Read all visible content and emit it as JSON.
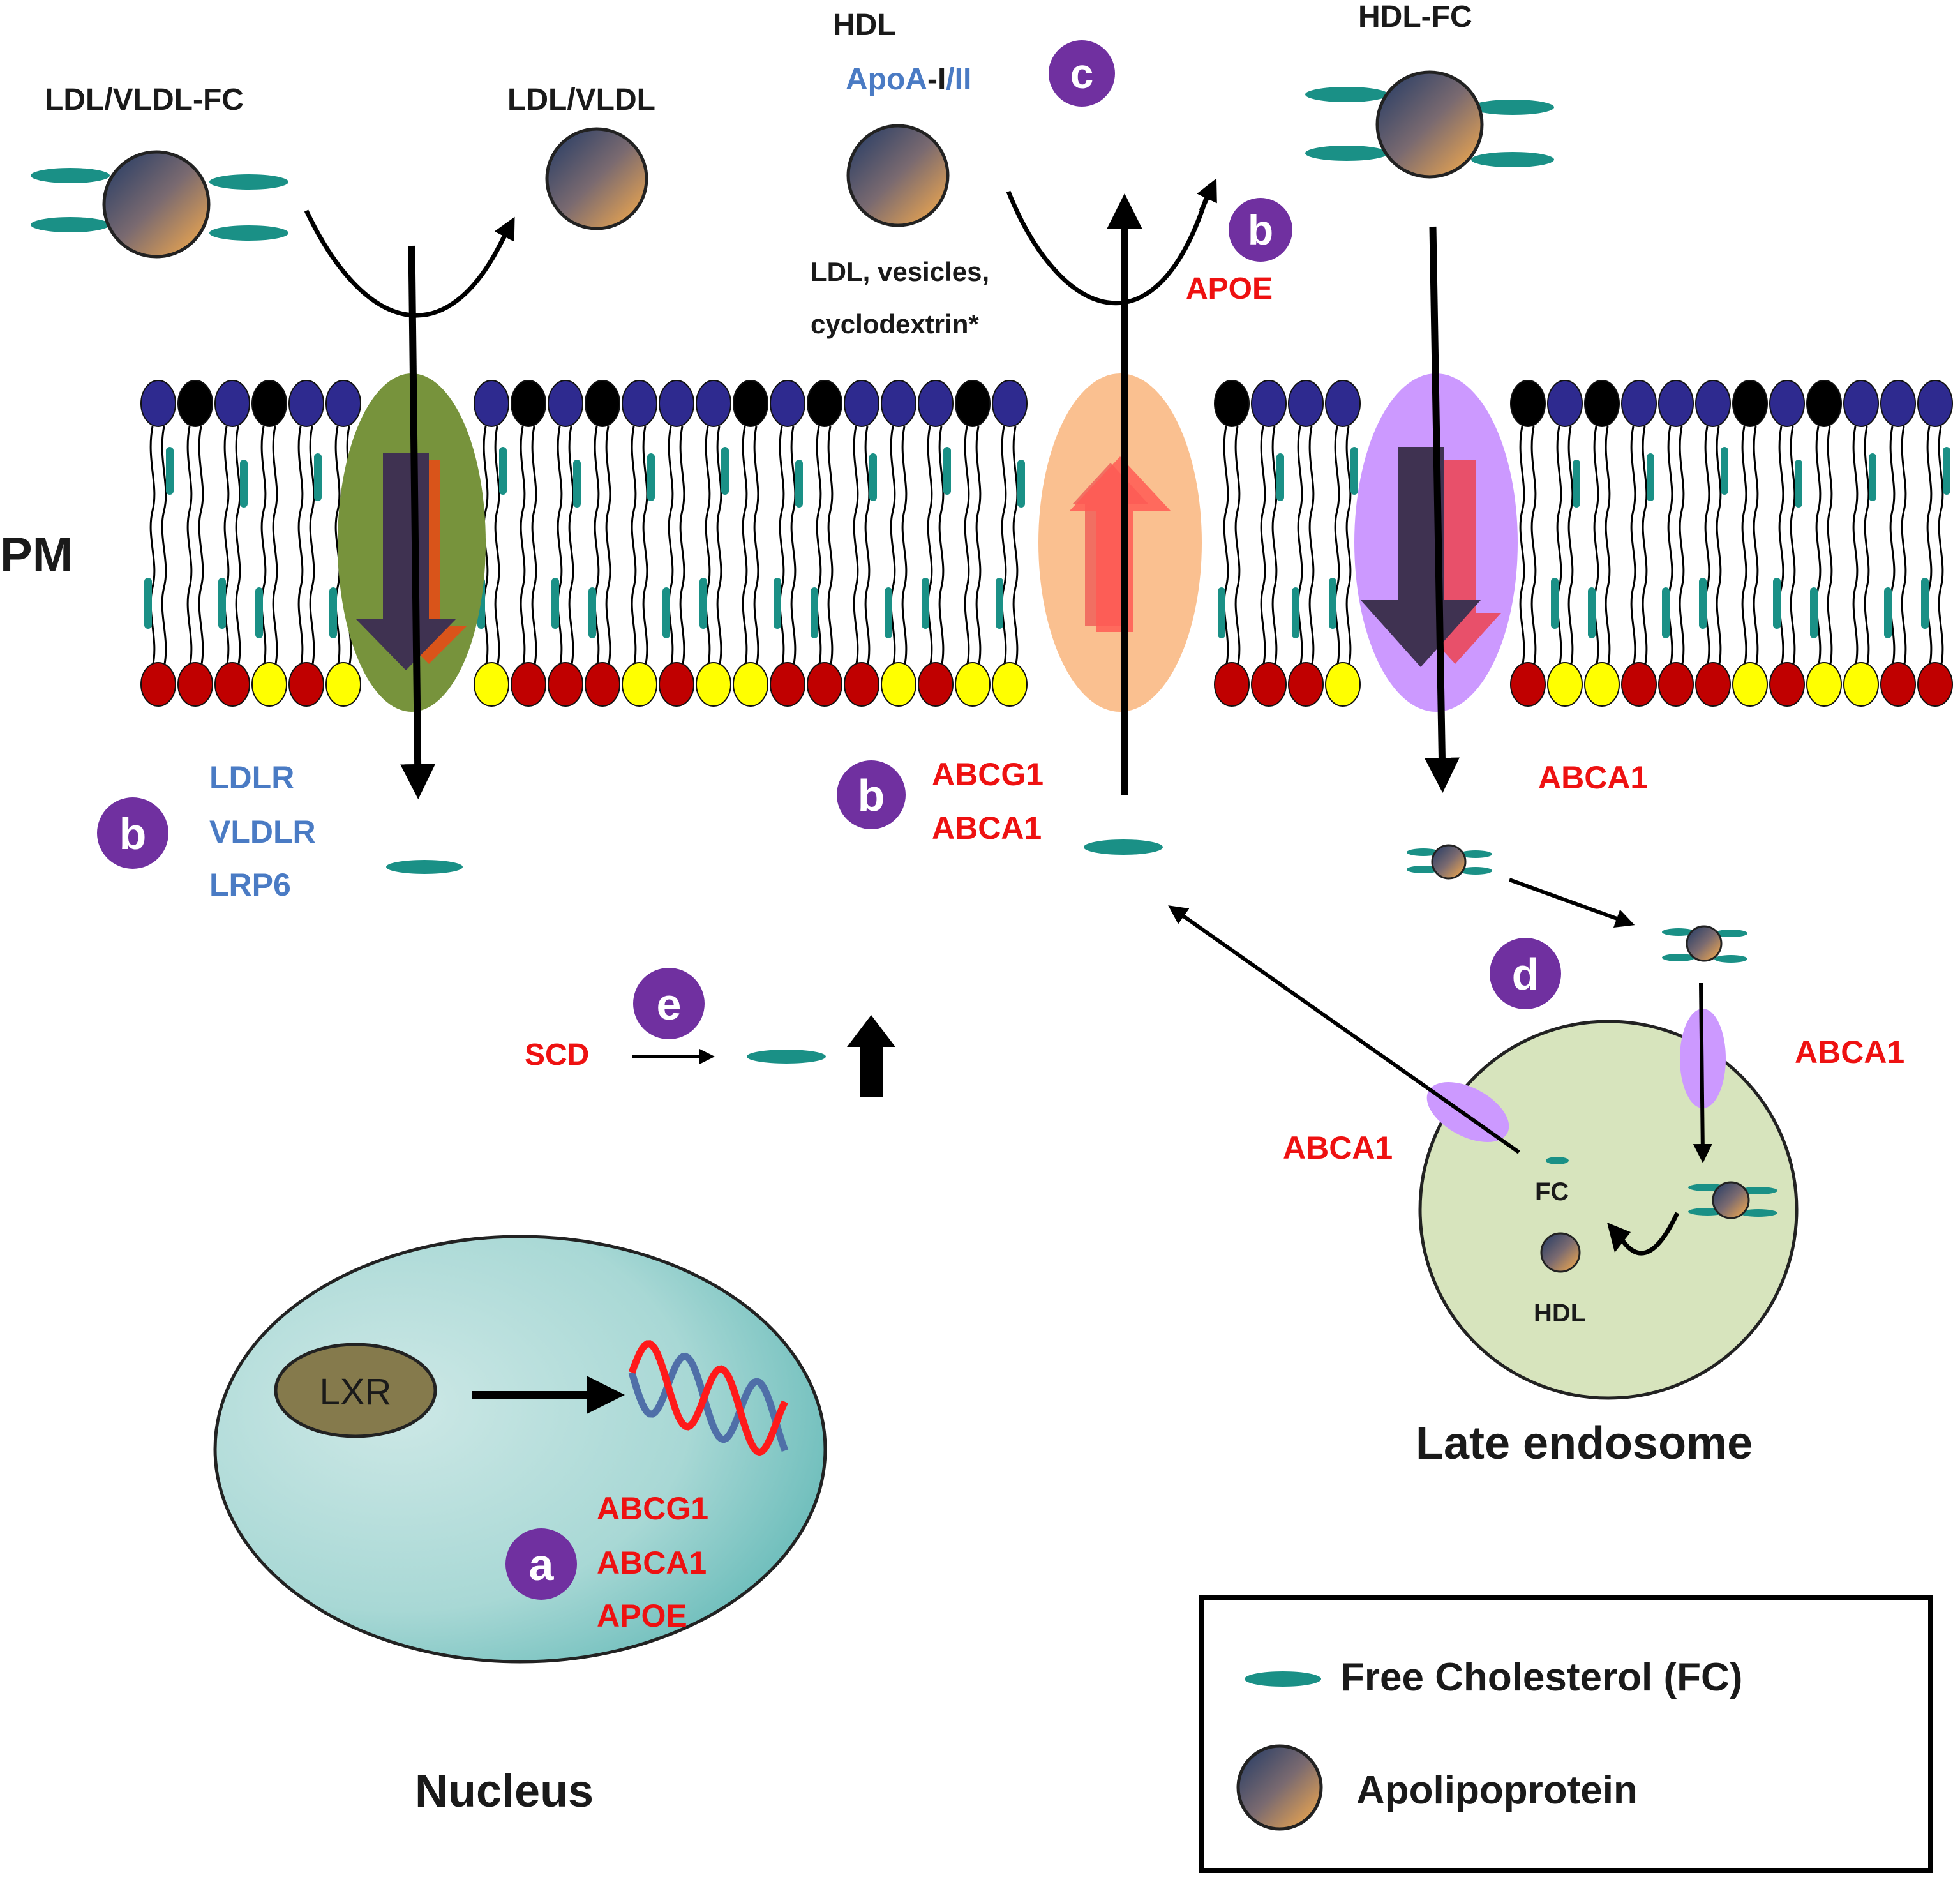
{
  "labels": {
    "ldl_vldl_fc": "LDL/VLDL-FC",
    "ldl_vldl": "LDL/VLDL",
    "hdl_top": "HDL",
    "apoa_prefix": "ApoA",
    "apoa_dash": "-",
    "apoa_i": "I",
    "apoa_slash": "/",
    "apoa_ii": "II",
    "hdl_fc": "HDL-FC",
    "acceptors_line1": "LDL, vesicles,",
    "acceptors_line2": "cyclodextrin*",
    "apoe_top": "APOE",
    "pm": "PM",
    "ldlr": "LDLR",
    "vldlr": "VLDLR",
    "lrp6": "LRP6",
    "abcg1_pm": "ABCG1",
    "abca1_pm": "ABCA1",
    "abca1_right": "ABCA1",
    "abca1_endo_right": "ABCA1",
    "abca1_endo_left": "ABCA1",
    "scd": "SCD",
    "fc_inner": "FC",
    "hdl_inner": "HDL",
    "late_endosome": "Late endosome",
    "lxr": "LXR",
    "abcg1_nuc": "ABCG1",
    "abca1_nuc": "ABCA1",
    "apoe_nuc": "APOE",
    "nucleus": "Nucleus"
  },
  "badges": {
    "a": "a",
    "b_left": "b",
    "b_mid": "b",
    "b_top": "b",
    "c": "c",
    "d": "d",
    "e": "e"
  },
  "legend": {
    "free_cholesterol": "Free Cholesterol (FC)",
    "apolipoprotein": "Apolipoprotein"
  },
  "colors": {
    "cholesterol": "#1a9086",
    "badge": "#7030a0",
    "red_text": "#ee1111",
    "blue_text": "#4a7bc4",
    "transporter_ldlr": "#77933c",
    "transporter_abcg1": "#fac090",
    "transporter_abca1": "#cc99ff",
    "endosome": "#d7e4bd",
    "nucleus": "#b3dcdc",
    "lxr": "#857a4c"
  }
}
